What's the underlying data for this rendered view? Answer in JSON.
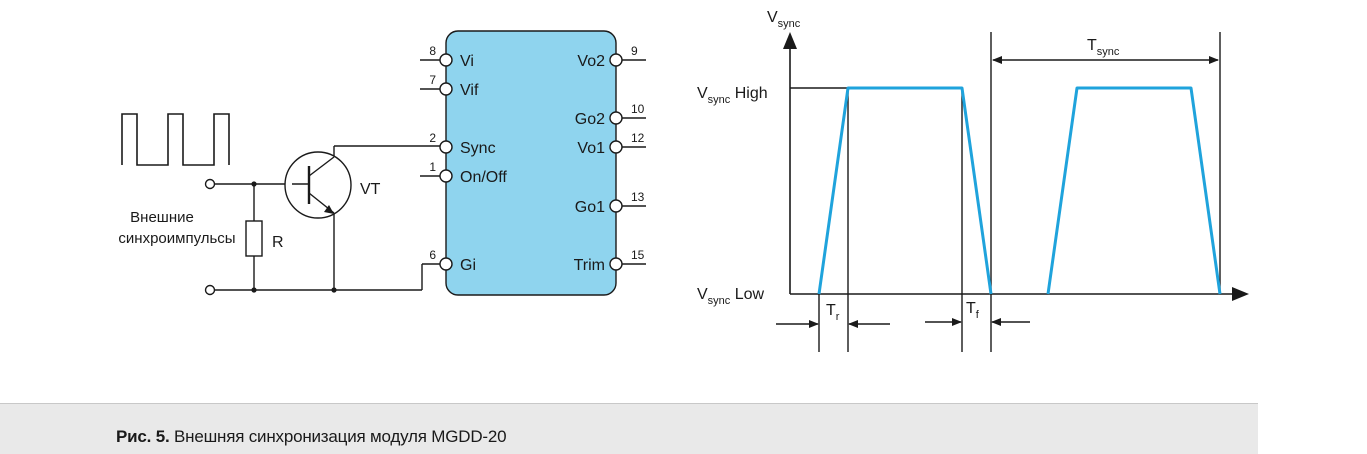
{
  "circuit": {
    "input_label_line1": "Внешние",
    "input_label_line2": "синхроимпульсы",
    "resistor_label": "R",
    "transistor_label": "VT",
    "module_color": "#8fd4ee",
    "left_pins": [
      {
        "num": "8",
        "name": "Vi"
      },
      {
        "num": "7",
        "name": "Vif"
      },
      {
        "num": "2",
        "name": "Sync"
      },
      {
        "num": "1",
        "name": "On/Off"
      },
      {
        "num": "6",
        "name": "Gi"
      }
    ],
    "right_pins": [
      {
        "num": "9",
        "name": "Vo2"
      },
      {
        "num": "10",
        "name": "Go2"
      },
      {
        "num": "12",
        "name": "Vo1"
      },
      {
        "num": "13",
        "name": "Go1"
      },
      {
        "num": "15",
        "name": "Trim"
      }
    ]
  },
  "timing": {
    "y_axis_label": "V",
    "y_axis_sub": "sync",
    "high_label": "High",
    "high_sub": "sync",
    "low_label": "Low",
    "low_sub": "sync",
    "period_label": "T",
    "period_sub": "sync",
    "rise_label": "T",
    "rise_sub": "r",
    "fall_label": "T",
    "fall_sub": "f",
    "signal_color": "#1fa3dc"
  },
  "caption": {
    "prefix": "Рис. 5.",
    "text": " Внешняя синхронизация модуля MGDD-20"
  }
}
